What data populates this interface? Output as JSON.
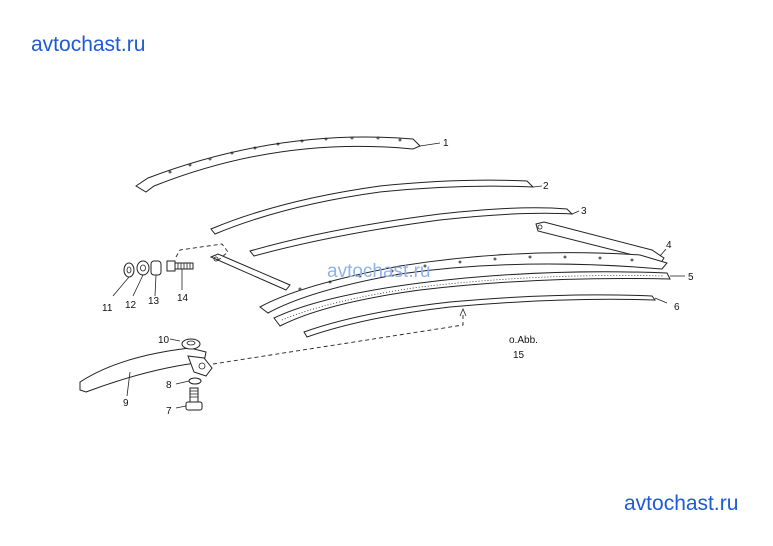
{
  "watermarks": {
    "top": "avtochast.ru",
    "middle": "avtochast.ru",
    "bottom": "avtochast.ru"
  },
  "diagram": {
    "parts": [
      {
        "id": "p1",
        "label": "1"
      },
      {
        "id": "p2",
        "label": "2"
      },
      {
        "id": "p3",
        "label": "3"
      },
      {
        "id": "p4",
        "label": "4"
      },
      {
        "id": "p5",
        "label": "5"
      },
      {
        "id": "p6",
        "label": "6"
      },
      {
        "id": "p7",
        "label": "7"
      },
      {
        "id": "p8",
        "label": "8"
      },
      {
        "id": "p9",
        "label": "9"
      },
      {
        "id": "p10",
        "label": "10"
      },
      {
        "id": "p11",
        "label": "11"
      },
      {
        "id": "p12",
        "label": "12"
      },
      {
        "id": "p13",
        "label": "13"
      },
      {
        "id": "p14",
        "label": "14"
      }
    ],
    "note_abb": "o.Abb.",
    "note_num": "15"
  }
}
